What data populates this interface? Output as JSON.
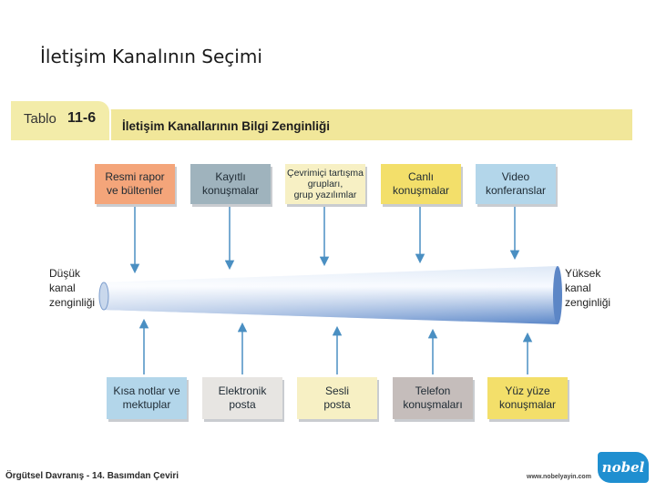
{
  "slide": {
    "title": "İletişim Kanalının Seçimi"
  },
  "table": {
    "label_word": "Tablo",
    "label_number": "11-6",
    "caption": "İletişim Kanallarının Bilgi Zenginliği"
  },
  "scale": {
    "low_label": "Düşük\nkanal\nzenginliği",
    "high_label": "Yüksek\nkanal\nzenginliği"
  },
  "top_boxes": [
    {
      "text": "Resmi rapor\nve bültenler",
      "color": "#f4a57a"
    },
    {
      "text": "Kayıtlı\nkonuşmalar",
      "color": "#9fb3bd"
    },
    {
      "text": "Çevrimiçi tartışma\ngrupları,\ngrup yazılımlar",
      "color": "#f7f0c4"
    },
    {
      "text": "Canlı\nkonuşmalar",
      "color": "#f3df6a"
    },
    {
      "text": "Video\nkonferanslar",
      "color": "#b3d6ea"
    }
  ],
  "bottom_boxes": [
    {
      "text": "Kısa notlar ve\nmektuplar",
      "color": "#b3d6ea"
    },
    {
      "text": "Elektronik\nposta",
      "color": "#e7e5e2"
    },
    {
      "text": "Sesli\nposta",
      "color": "#f7f0c4"
    },
    {
      "text": "Telefon\nkonuşmaları",
      "color": "#c5bdbb"
    },
    {
      "text": "Yüz yüze\nkonuşmalar",
      "color": "#f3df6a"
    }
  ],
  "footer": {
    "book": "Örgütsel Davranış - 14. Basımdan Çeviri",
    "url": "www.nobelyayin.com",
    "logo": "nobel"
  },
  "colors": {
    "banner": "#f1e79a",
    "arrow": "#4a8fc2",
    "tube_light": "#eef4fb",
    "tube_dark": "#5a8fcf"
  }
}
